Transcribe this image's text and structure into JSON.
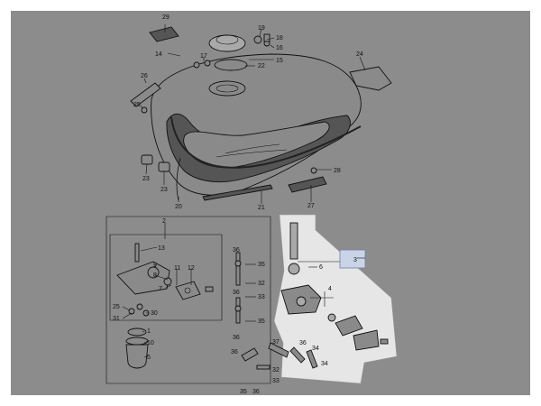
{
  "diagram": {
    "background_color": "#ffffff",
    "canvas_color": "#8c8c8c",
    "highlight_color": "#e6e6e6",
    "label_box_color": "#c9d4e6",
    "part_numbers": {
      "p29": "29",
      "p14": "14",
      "p19": "19",
      "p18": "18",
      "p16": "16",
      "p17": "17",
      "p22": "22",
      "p15": "15",
      "p24": "24",
      "p26": "26",
      "p25a": "25",
      "p28": "28",
      "p23a": "23",
      "p23b": "23",
      "p20": "20",
      "p21": "21",
      "p27": "27",
      "p2": "2",
      "p13": "13",
      "p9": "9",
      "p8": "8",
      "p11": "11",
      "p12": "12",
      "p7": "7",
      "p25b": "25",
      "p31": "31",
      "p30": "30",
      "p1": "1",
      "p10": "10",
      "p5": "5",
      "p36a": "36",
      "p35a": "35",
      "p32a": "32",
      "p33a": "33",
      "p36b": "36",
      "p35b": "35",
      "p6": "6",
      "p4": "4",
      "p3": "3",
      "p36c": "36",
      "p37": "37",
      "p36d": "36",
      "p34a": "34",
      "p36e": "36",
      "p34b": "34",
      "p32b": "32",
      "p33b": "33",
      "p35c": "35",
      "p36f": "36"
    }
  }
}
